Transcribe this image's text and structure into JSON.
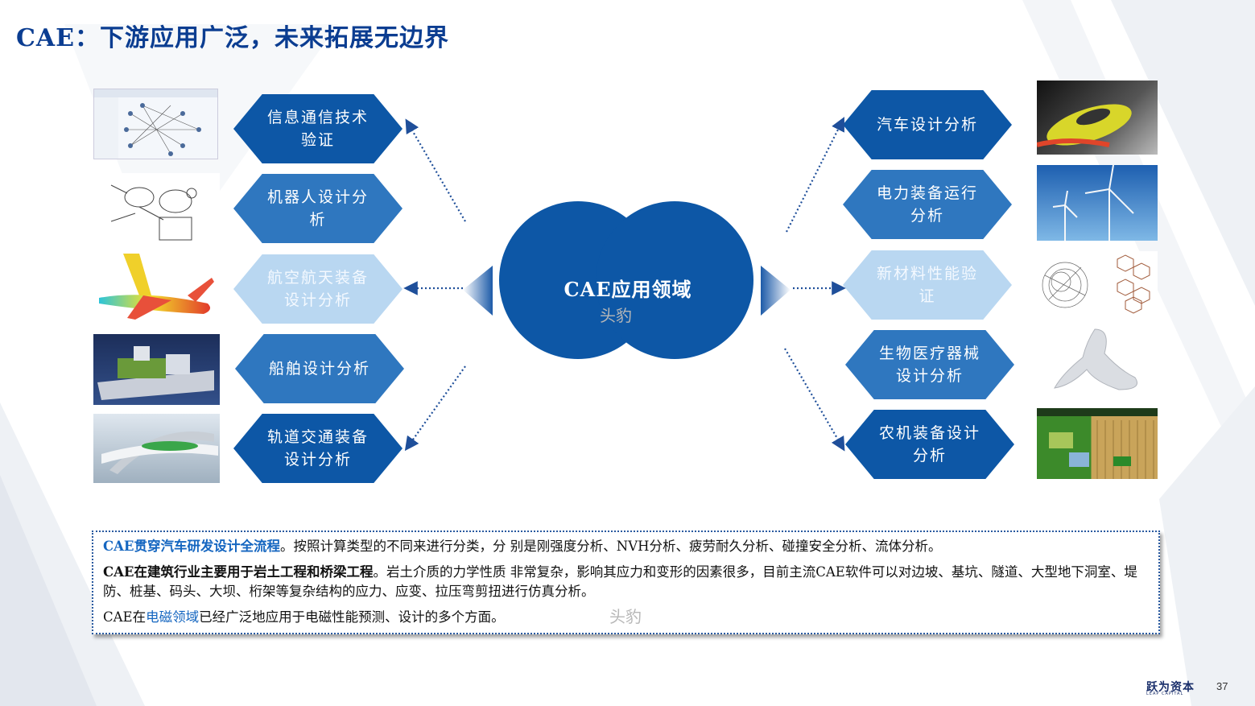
{
  "title": "CAE：下游应用广泛，未来拓展无边界",
  "center": {
    "label": "CAE应用领域"
  },
  "watermark": "头豹",
  "left_items": [
    {
      "label": "信息通信技术验证"
    },
    {
      "label": "机器人设计分析"
    },
    {
      "label": "航空航天装备设计分析"
    },
    {
      "label": "船舶设计分析"
    },
    {
      "label": "轨道交通装备设计分析"
    }
  ],
  "right_items": [
    {
      "label": "汽车设计分析"
    },
    {
      "label": "电力装备运行分析"
    },
    {
      "label": "新材料性能验证"
    },
    {
      "label": "生物医疗器械设计分析"
    },
    {
      "label": "农机装备设计分析"
    }
  ],
  "notes": {
    "p1_hl": "CAE贯穿汽车研发设计全流程",
    "p1_rest": "。按照计算类型的不同来进行分类，分 别是刚强度分析、NVH分析、疲劳耐久分析、碰撞安全分析、流体分析。",
    "p2_bold": "CAE在建筑行业主要用于岩土工程和桥梁工程",
    "p2_rest": "。岩土介质的力学性质 非常复杂，影响其应力和变形的因素很多，目前主流CAE软件可以对边坡、基坑、隧道、大型地下洞室、堤 防、桩基、码头、大坝、桁架等复杂结构的应力、应变、拉压弯剪扭进行仿真分析。",
    "p3_pre": "CAE在",
    "p3_hl": "电磁领域",
    "p3_rest": "已经广泛地应用于电磁性能预测、设计的多个方面。"
  },
  "footer": {
    "logo": "跃为资本",
    "logo_sub": "LEAP CAPITAL",
    "page": "37"
  },
  "colors": {
    "title": "#0b3d91",
    "dark": "#0d57a6",
    "mid": "#2f77bf",
    "light": "#7fb3e2",
    "pale": "#b9d7f1",
    "center": "#0d57a6"
  },
  "icons": [
    "network-diagram-image",
    "robot-drawing-image",
    "airplane-simulation-image",
    "ship-model-image",
    "rail-transit-image",
    "car-simulation-image",
    "wind-turbine-image",
    "material-structure-image",
    "bone-model-image",
    "farm-game-image"
  ]
}
